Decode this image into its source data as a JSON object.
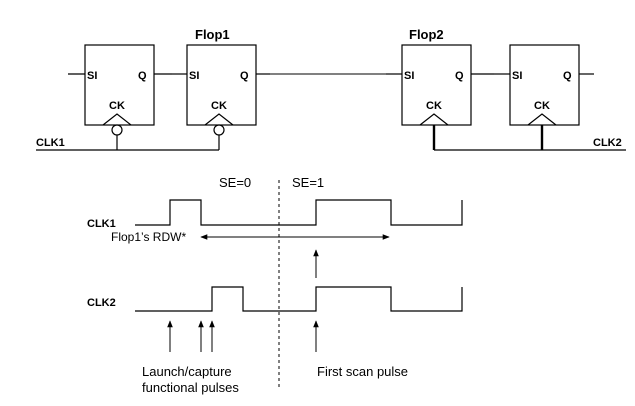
{
  "flops": [
    {
      "name": "",
      "si_label": "SI",
      "q_label": "Q",
      "ck_label": "CK",
      "inverted_clock": true
    },
    {
      "name": "Flop1",
      "si_label": "SI",
      "q_label": "Q",
      "ck_label": "CK",
      "inverted_clock": true
    },
    {
      "name": "Flop2",
      "si_label": "SI",
      "q_label": "Q",
      "ck_label": "CK",
      "inverted_clock": false
    },
    {
      "name": "",
      "si_label": "SI",
      "q_label": "Q",
      "ck_label": "CK",
      "inverted_clock": false
    }
  ],
  "clock_nets": {
    "clk1": "CLK1",
    "clk2": "CLK2"
  },
  "timing": {
    "mode_before": "SE=0",
    "mode_after": "SE=1",
    "wave_labels": {
      "clk1": "CLK1",
      "clk2": "CLK2"
    },
    "rdw_label": "Flop1’s RDW*",
    "annotations": {
      "launch_capture": [
        "Launch/capture",
        "functional pulses"
      ],
      "first_scan": "First scan pulse"
    }
  }
}
